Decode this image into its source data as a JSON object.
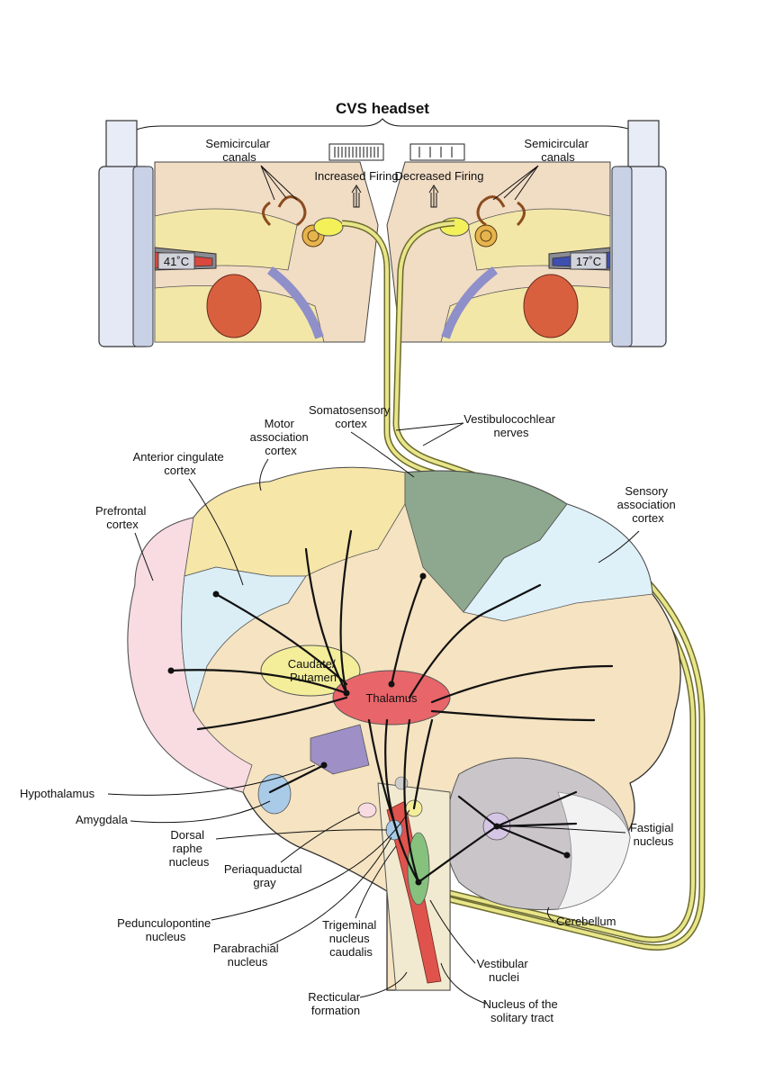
{
  "headset": {
    "title": "CVS headset",
    "left": {
      "canals": [
        "Semicircular",
        "canals"
      ],
      "temp": "41˚C",
      "firing": "Increased Firing",
      "probe_color": "#d9473f"
    },
    "right": {
      "canals": [
        "Semicircular",
        "canals"
      ],
      "temp": "17˚C",
      "firing": "Decreased Firing",
      "probe_color": "#3e4fb0"
    }
  },
  "brain_labels": {
    "somatosensory": [
      "Somatosensory",
      "cortex"
    ],
    "vestibulocochlear": [
      "Vestibulocochlear",
      "nerves"
    ],
    "motor_association": [
      "Motor",
      "association",
      "cortex"
    ],
    "anterior_cingulate": [
      "Anterior cingulate",
      "cortex"
    ],
    "prefrontal": [
      "Prefrontal",
      "cortex"
    ],
    "sensory_association": [
      "Sensory",
      "association",
      "cortex"
    ],
    "caudate_putamen": [
      "Caudate/",
      "Putamen"
    ],
    "thalamus": "Thalamus",
    "hypothalamus": "Hypothalamus",
    "amygdala": "Amygdala",
    "dorsal_raphe": [
      "Dorsal",
      "raphe",
      "nucleus"
    ],
    "periaqueductal": [
      "Periaquaductal",
      "gray"
    ],
    "pedunculopontine": [
      "Pedunculopontine",
      "nucleus"
    ],
    "parabrachial": [
      "Parabrachial",
      "nucleus"
    ],
    "trigeminal": [
      "Trigeminal",
      "nucleus",
      "caudalis"
    ],
    "reticular": [
      "Recticular",
      "formation"
    ],
    "vestibular_nuclei": [
      "Vestibular",
      "nuclei"
    ],
    "solitary": [
      "Nucleus of the",
      "solitary tract"
    ],
    "cerebellum": "Cerebellum",
    "fastigial": [
      "Fastigial",
      "nucleus"
    ]
  },
  "colors": {
    "prefrontal": "#f8dce2",
    "motor": "#f6e6a8",
    "somatosensory": "#8da88e",
    "sensory_assoc": "#dff1f8",
    "cingulate": "#dbeef6",
    "parenchyma": "#f5e3c1",
    "caudate": "#f4ee9a",
    "thalamus": "#e8656a",
    "hypothalamus": "#9e8fc7",
    "amygdala": "#a9cbe8",
    "cerebellum": "#c9c5c9",
    "nerve": "#d9d46a",
    "vestibular": "#86c27e",
    "brainstem_red": "#e0534d"
  }
}
